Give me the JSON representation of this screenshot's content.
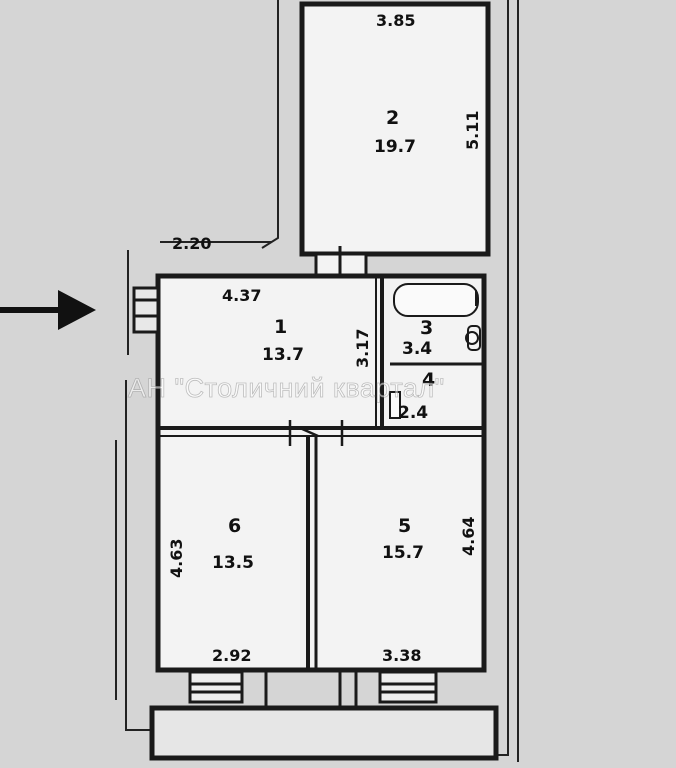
{
  "watermark": "АН \"Столичний квартал\"",
  "rooms": [
    {
      "id": "1",
      "number": "1",
      "area": "13.7",
      "dim_top": "4.37",
      "dim_side": "3.17"
    },
    {
      "id": "2",
      "number": "2",
      "area": "19.7",
      "dim_top": "3.85",
      "dim_side": "5.11"
    },
    {
      "id": "3",
      "number": "3",
      "area": "3.4"
    },
    {
      "id": "4",
      "number": "4",
      "area": "2.4"
    },
    {
      "id": "5",
      "number": "5",
      "area": "15.7",
      "dim_side": "4.64",
      "dim_bottom": "3.38"
    },
    {
      "id": "6",
      "number": "6",
      "area": "13.5",
      "dim_side": "4.63",
      "dim_bottom": "2.92"
    }
  ],
  "partial_label": "2.20",
  "colors": {
    "paper": "#d3d3d3",
    "room_fill": "#f4f4f4",
    "wall": "#1a1a1a",
    "arrow": "#111111"
  }
}
